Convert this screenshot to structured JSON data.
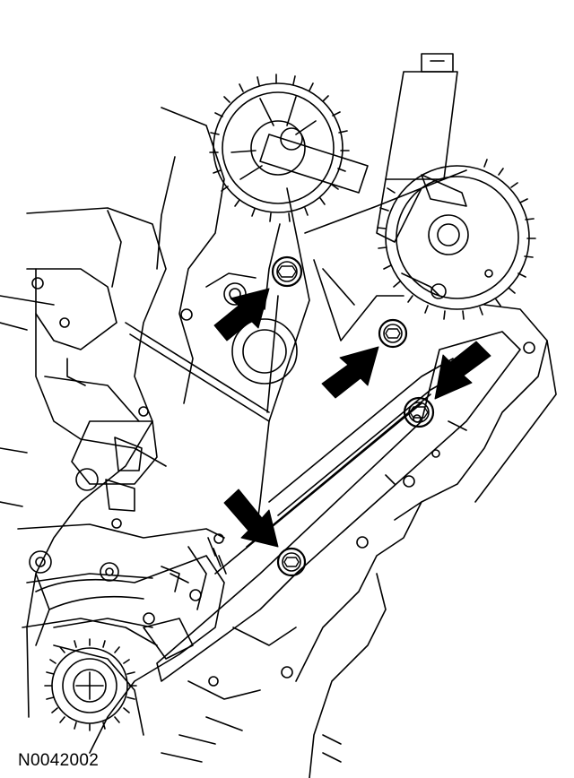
{
  "figure": {
    "id_label": "N0042002"
  },
  "colors": {
    "line": "#000000",
    "background": "#ffffff",
    "arrow": "#000000"
  },
  "callouts": {
    "count": 4,
    "icon": "solid-arrow-icon",
    "target": "bolt"
  }
}
